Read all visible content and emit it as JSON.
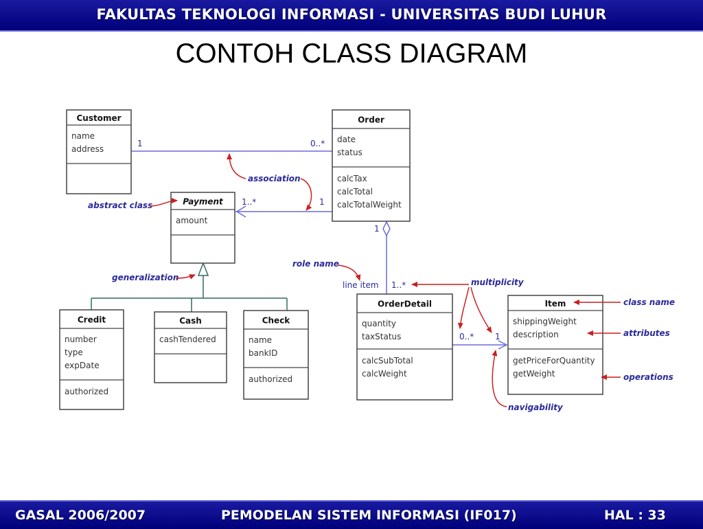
{
  "header": {
    "banner": "FAKULTAS TEKNOLOGI INFORMASI - UNIVERSITAS BUDI LUHUR"
  },
  "slide": {
    "title": "CONTOH CLASS DIAGRAM"
  },
  "classes": {
    "customer": {
      "name": "Customer",
      "attributes": [
        "name",
        "address"
      ],
      "operations": []
    },
    "order": {
      "name": "Order",
      "attributes": [
        "date",
        "status"
      ],
      "operations": [
        "calcTax",
        "calcTotal",
        "calcTotalWeight"
      ]
    },
    "payment": {
      "name": "Payment",
      "attributes": [
        "amount"
      ],
      "operations": []
    },
    "credit": {
      "name": "Credit",
      "attributes": [
        "number",
        "type",
        "expDate"
      ],
      "operations": [
        "authorized"
      ]
    },
    "cash": {
      "name": "Cash",
      "attributes": [
        "cashTendered"
      ],
      "operations": []
    },
    "check": {
      "name": "Check",
      "attributes": [
        "name",
        "bankID"
      ],
      "operations": [
        "authorized"
      ]
    },
    "orderdetail": {
      "name": "OrderDetail",
      "attributes": [
        "quantity",
        "taxStatus"
      ],
      "operations": [
        "calcSubTotal",
        "calcWeight"
      ]
    },
    "item": {
      "name": "Item",
      "attributes": [
        "shippingWeight",
        "description"
      ],
      "operations": [
        "getPriceForQuantity",
        "getWeight"
      ]
    }
  },
  "multiplicities": {
    "customer_order_1": "1",
    "customer_order_many": "0..*",
    "payment_many": "1..*",
    "order_payment_1": "1",
    "order_detail_1": "1",
    "detail_many": "1..*",
    "detail_item_many": "0..*",
    "item_1": "1"
  },
  "role_name": "line item",
  "annotations": {
    "association": "association",
    "abstract_class": "abstract class",
    "generalization": "generalization",
    "role_name": "role name",
    "multiplicity": "multiplicity",
    "class_name": "class name",
    "attributes": "attributes",
    "operations": "operations",
    "navigability": "navigability"
  },
  "colors": {
    "banner": "#00007a",
    "annotation": "#2a2a9a",
    "annotation_arrow": "#cc1f1f",
    "line": "#6a6ad8",
    "box": "#444444"
  },
  "footer": {
    "semester": "GASAL 2006/2007",
    "course": "PEMODELAN SISTEM INFORMASI (IF017)",
    "page": "HAL : 33"
  }
}
